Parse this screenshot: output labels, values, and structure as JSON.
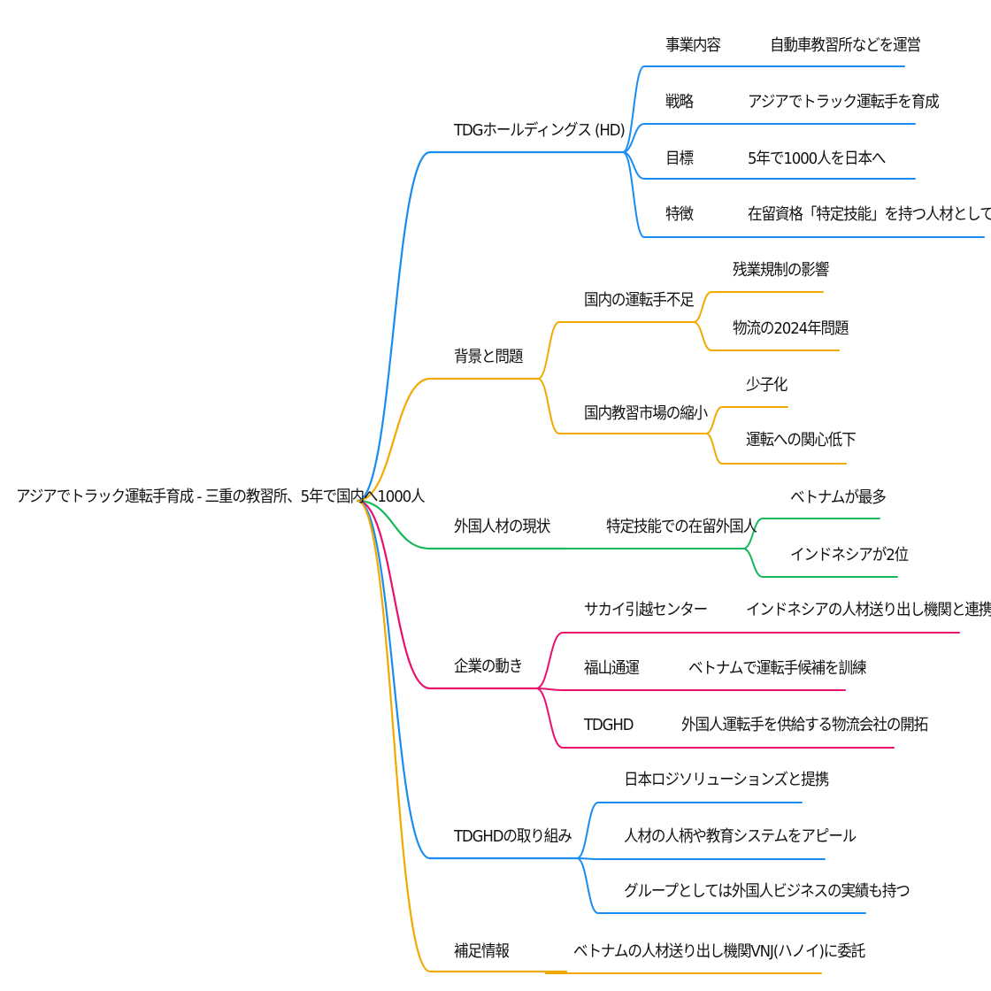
{
  "root": {
    "label": "アジアでトラック運転手育成 - 三重の教習所、5年で国内へ1000人"
  },
  "colors": {
    "blue": "#1a8cf0",
    "orange": "#f2a900",
    "green": "#16b85a",
    "pink": "#e8126e"
  },
  "branches": [
    {
      "label": "TDGホールディングス (HD)",
      "color": "blue",
      "children": [
        {
          "label": "事業内容",
          "children": [
            {
              "label": "自動車教習所などを運営"
            }
          ]
        },
        {
          "label": "戦略",
          "children": [
            {
              "label": "アジアでトラック運転手を育成"
            }
          ]
        },
        {
          "label": "目標",
          "children": [
            {
              "label": "5年で1000人を日本へ"
            }
          ]
        },
        {
          "label": "特徴",
          "children": [
            {
              "label": "在留資格「特定技能」を持つ人材として供給"
            }
          ]
        }
      ]
    },
    {
      "label": "背景と問題",
      "color": "orange",
      "children": [
        {
          "label": "国内の運転手不足",
          "children": [
            {
              "label": "残業規制の影響"
            },
            {
              "label": "物流の2024年問題"
            }
          ]
        },
        {
          "label": "国内教習市場の縮小",
          "children": [
            {
              "label": "少子化"
            },
            {
              "label": "運転への関心低下"
            }
          ]
        }
      ]
    },
    {
      "label": "外国人材の現状",
      "color": "green",
      "children": [
        {
          "label": "特定技能での在留外国人",
          "children": [
            {
              "label": "ベトナムが最多"
            },
            {
              "label": "インドネシアが2位"
            }
          ]
        }
      ]
    },
    {
      "label": "企業の動き",
      "color": "pink",
      "children": [
        {
          "label": "サカイ引越センター",
          "children": [
            {
              "label": "インドネシアの人材送り出し機関と連携"
            }
          ]
        },
        {
          "label": "福山通運",
          "children": [
            {
              "label": "ベトナムで運転手候補を訓練"
            }
          ]
        },
        {
          "label": "TDGHD",
          "children": [
            {
              "label": "外国人運転手を供給する物流会社の開拓"
            }
          ]
        }
      ]
    },
    {
      "label": "TDGHDの取り組み",
      "color": "blue",
      "children": [
        {
          "label": "日本ロジソリューションズと提携"
        },
        {
          "label": "人材の人柄や教育システムをアピール"
        },
        {
          "label": "グループとしては外国人ビジネスの実績も持つ"
        }
      ]
    },
    {
      "label": "補足情報",
      "color": "orange",
      "children": [
        {
          "label": "ベトナムの人材送り出し機関VNJ(ハノイ)に委託"
        }
      ]
    }
  ]
}
